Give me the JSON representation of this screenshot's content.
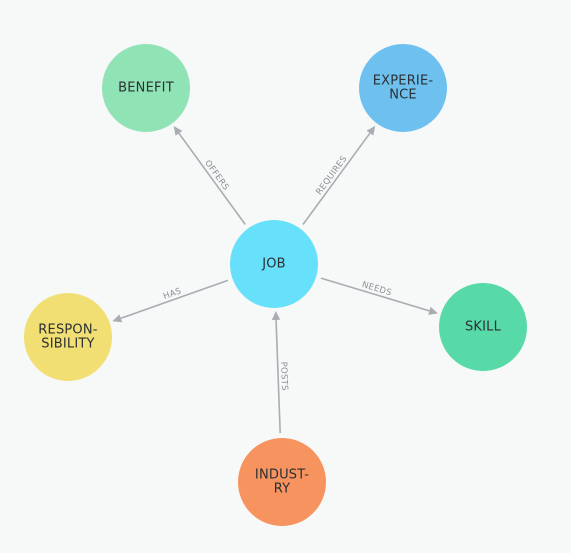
{
  "nodes": [
    {
      "id": "job",
      "lines": [
        "JOB"
      ],
      "color": "#67e0fb"
    },
    {
      "id": "benefit",
      "lines": [
        "BENEFIT"
      ],
      "color": "#8fe3b4"
    },
    {
      "id": "experience",
      "lines": [
        "EXPERIE-",
        "NCE"
      ],
      "color": "#6ec1ef"
    },
    {
      "id": "skill",
      "lines": [
        "SKILL"
      ],
      "color": "#57d9a8"
    },
    {
      "id": "responsibility",
      "lines": [
        "RESPON-",
        "SIBILITY"
      ],
      "color": "#f2df73"
    },
    {
      "id": "industry",
      "lines": [
        "INDUST-",
        "RY"
      ],
      "color": "#f6935f"
    }
  ],
  "edges": [
    {
      "from": "job",
      "to": "benefit",
      "label": "OFFERS"
    },
    {
      "from": "job",
      "to": "experience",
      "label": "REQUIRES"
    },
    {
      "from": "job",
      "to": "skill",
      "label": "NEEDS"
    },
    {
      "from": "job",
      "to": "responsibility",
      "label": "HAS"
    },
    {
      "from": "industry",
      "to": "job",
      "label": "POSTS"
    }
  ]
}
